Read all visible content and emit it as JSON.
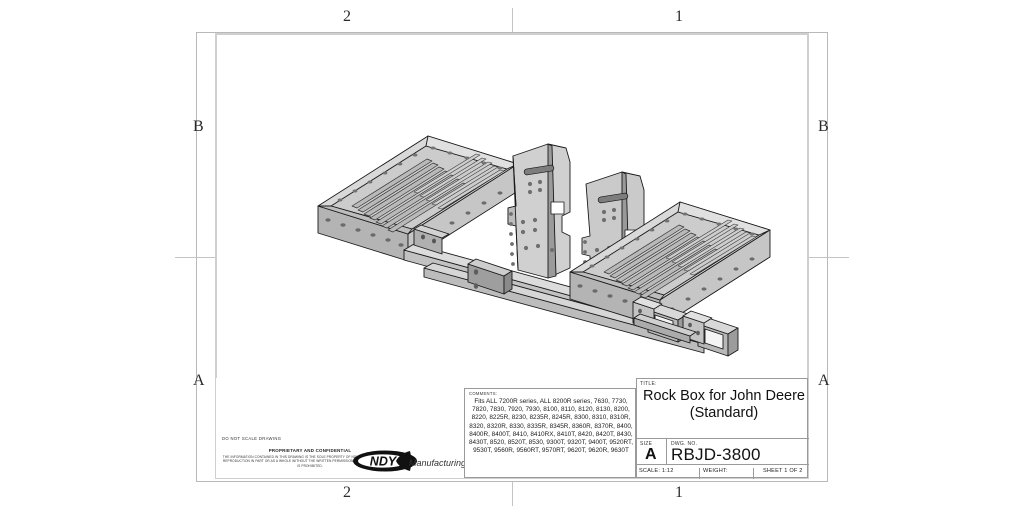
{
  "sheet": {
    "zones": {
      "top": [
        "2",
        "1"
      ],
      "bottom": [
        "2",
        "1"
      ],
      "left": [
        "B",
        "A"
      ],
      "right": [
        "B",
        "A"
      ]
    }
  },
  "notes": {
    "do_not_scale": "DO NOT SCALE DRAWING",
    "proprietary_title": "PROPRIETARY AND CONFIDENTIAL",
    "proprietary_body": "THE INFORMATION CONTAINED IN THIS DRAWING IS THE SOLE PROPERTY OF NDY MANUFACTURING. ANY REPRODUCTION IN PART OR AS A WHOLE WITHOUT THE WRITTEN PERMISSION OF NDY MANUFACTURING IS PROHIBITED."
  },
  "logo": {
    "mark_text": "NDY",
    "word_text": "Manufacturing"
  },
  "comments": {
    "label": "COMMENTS:",
    "text": "Fits ALL 7200R series, ALL 8200R series, 7630, 7730, 7820, 7830, 7920, 7930, 8100, 8110, 8120, 8130, 8200, 8220, 8225R, 8230, 8235R, 8245R, 8300, 8310, 8310R, 8320, 8320R, 8330, 8335R, 8345R, 8360R, 8370R, 8400, 8400R, 8400T, 8410, 8410RX, 8410T, 8420, 8420T, 8430, 8430T, 8520, 8520T, 8530, 9300T, 9320T, 9400T, 9520RT, 9530T, 9560R, 9560RT, 9570RT, 9620T, 9620R, 9630T"
  },
  "titleblock": {
    "title_label": "TITLE:",
    "title_value": "Rock Box for John Deere (Standard)",
    "size_label": "SIZE",
    "size_value": "A",
    "dwg_label": "DWG.  NO.",
    "dwg_value": "RBJD-3800",
    "scale": "SCALE: 1:12",
    "weight": "WEIGHT:",
    "sheet": "SHEET 1 OF 2"
  },
  "drawing": {
    "view_name": "isometric-assembly-view",
    "description": "Isometric view of rock box weight bracket assembly with two perforated trays, two vertical mounting plates and square tube receivers",
    "colors": {
      "outline": "#1a1a1a",
      "face_light": "#e6e6e6",
      "face_mid": "#c9c9c9",
      "face_dark": "#a8a8a8",
      "face_darker": "#8d8d8d"
    }
  }
}
